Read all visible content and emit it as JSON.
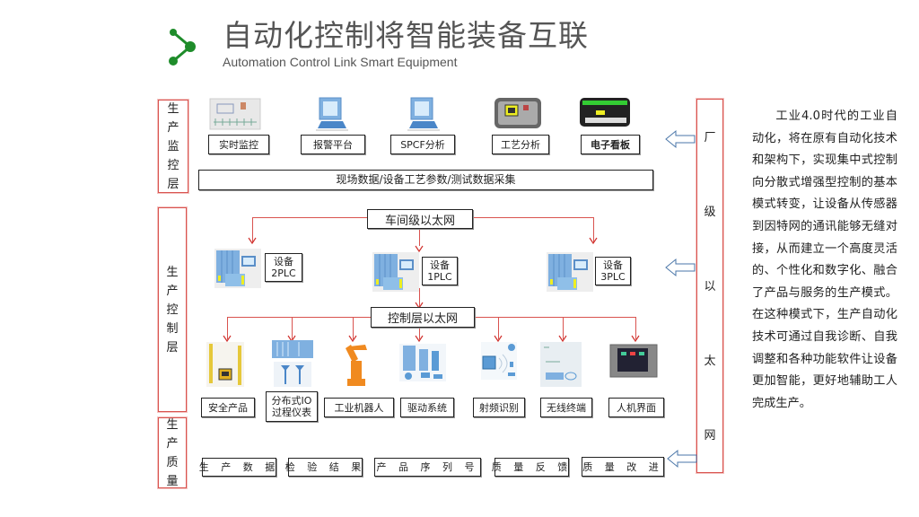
{
  "header": {
    "title": "自动化控制将智能装备互联",
    "subtitle": "Automation Control Link Smart Equipment",
    "logo_icon": "share-node-icon",
    "accent_color": "#1e8c2a"
  },
  "layers": {
    "monitor": {
      "label": [
        "生",
        "产",
        "监",
        "控",
        "层"
      ]
    },
    "control": {
      "label": [
        "生",
        "产",
        "控",
        "制",
        "层"
      ]
    },
    "quality": {
      "label": [
        "生",
        "产",
        "质",
        "量"
      ]
    }
  },
  "monitor_items": [
    {
      "label": "实时监控",
      "icon": "monitoring-screen-icon"
    },
    {
      "label": "报警平台",
      "icon": "computer-icon"
    },
    {
      "label": "SPCF分析",
      "icon": "computer-icon"
    },
    {
      "label": "工艺分析",
      "icon": "industrial-panel-icon"
    },
    {
      "label": "电子看板",
      "icon": "electronic-board-icon"
    }
  ],
  "data_collection_bar": "现场数据/设备工艺参数/测试数据采集",
  "workshop_network": "车间级以太网",
  "plcs": [
    {
      "line1": "设备",
      "line2": "2PLC"
    },
    {
      "line1": "设备",
      "line2": "1PLC"
    },
    {
      "line1": "设备",
      "line2": "3PLC"
    }
  ],
  "control_network": "控制层以太网",
  "devices": [
    {
      "label": "安全产品",
      "icon": "safety-light-curtain-icon"
    },
    {
      "label": "分布式IO\n过程仪表",
      "line1": "分布式IO",
      "line2": "过程仪表",
      "icon": "distributed-io-icon"
    },
    {
      "label": "工业机器人",
      "icon": "industrial-robot-icon"
    },
    {
      "label": "驱动系统",
      "icon": "drive-system-icon"
    },
    {
      "label": "射频识别",
      "icon": "rfid-icon"
    },
    {
      "label": "无线终端",
      "icon": "wireless-terminal-icon"
    },
    {
      "label": "人机界面",
      "icon": "hmi-panel-icon"
    }
  ],
  "quality_items": [
    "生 产 数 据",
    "检 验 结 果",
    "产 品 序 列 号",
    "质 量 反 馈",
    "质 量 改 进"
  ],
  "factory_network": {
    "label": [
      "厂",
      "级",
      "以",
      "太",
      "网"
    ]
  },
  "description": "工业4.0时代的工业自动化，将在原有自动化技术和架构下，实现集中式控制向分散式增强型控制的基本模式转变，让设备从传感器到因特网的通讯能够无缝对接，从而建立一个高度灵活的、个性化和数字化、融合了产品与服务的生产模式。在这种模式下，生产自动化技术可通过自我诊断、自我调整和各种功能软件让设备更加智能，更好地辅助工人完成生产。",
  "colors": {
    "line_red": "#d0312d",
    "border_red": "#d9534f",
    "arrow_blue": "#4a76a8",
    "icon_blue": "#5b9bd5"
  }
}
